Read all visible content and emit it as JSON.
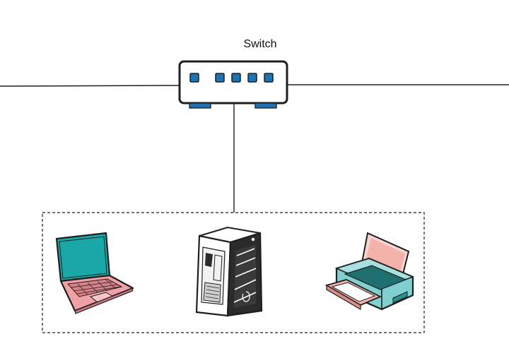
{
  "switch": {
    "label": "Switch",
    "port_color": "#1a73b5"
  },
  "devices": [
    {
      "name": "laptop",
      "icon": "laptop-icon",
      "screen_color": "#1aa7a8",
      "keyboard_color": "#f0a1a5"
    },
    {
      "name": "desktop-tower",
      "icon": "desktop-tower-icon",
      "body_color": "#2b2b2b"
    },
    {
      "name": "printer",
      "icon": "printer-icon",
      "body_color": "#7fd0cf",
      "paper_color": "#f3b3ac"
    }
  ]
}
